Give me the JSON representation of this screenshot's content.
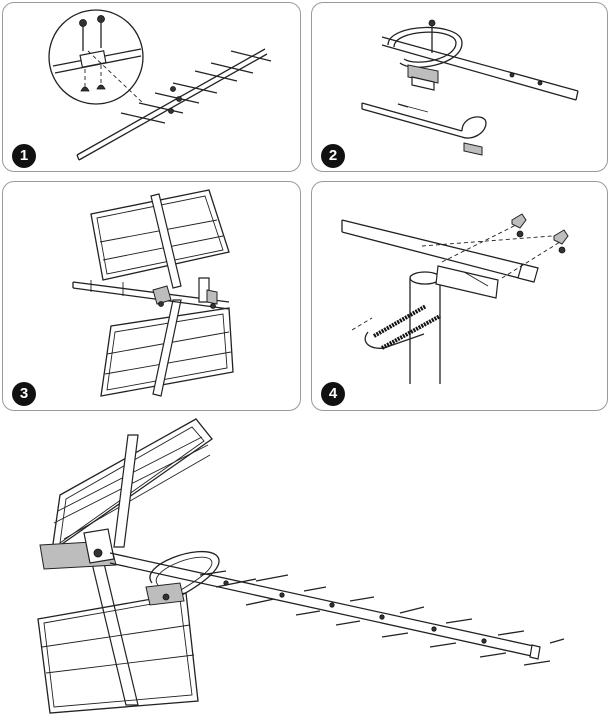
{
  "steps": [
    {
      "number": "1",
      "icon": "antenna-boom-assembly"
    },
    {
      "number": "2",
      "icon": "dipole-clamp-assembly"
    },
    {
      "number": "3",
      "icon": "reflector-attachment"
    },
    {
      "number": "4",
      "icon": "mast-mounting"
    }
  ],
  "final_illustration": "assembled-yagi-antenna",
  "colors": {
    "line": "#222222",
    "panel_border": "#9a9a9a",
    "badge": "#111111"
  }
}
